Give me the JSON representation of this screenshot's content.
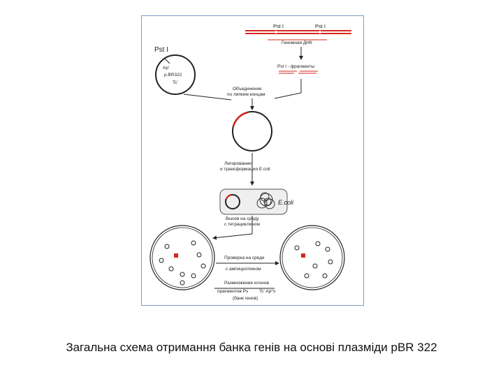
{
  "caption": "Загальна схема отримання банка генів на основі плазміди pBR 322",
  "colors": {
    "accent": "#d7261e",
    "ink": "#222222",
    "frame": "#7a9cc6"
  },
  "diagram": {
    "pst_top_1": "Pst I",
    "pst_top_2": "Pst I",
    "genomic_dna": "Геномная ДНК",
    "pst_plasmid": "Pst I",
    "amp_marker": "Ap'",
    "plasmid_name": "p.BR322",
    "tc_marker": "Tc'",
    "fragments": "Pst I - фрагменты",
    "step_join_1": "Объединение",
    "step_join_2": "по липким концам",
    "step_ligate_1": "Лигирование",
    "step_ligate_2": "и трансформация E.coli",
    "ecoli": "E.coli",
    "step_plate_1": "Высев на среду",
    "step_plate_2": "с тетрациклином",
    "step_check_1": "Проверка на среде",
    "step_check_2": "с ампициллином",
    "step_mult_1": "Размножение клонов",
    "step_mult_2": "прагментов Ps",
    "step_mult_3": "(банк генов)",
    "phenotype": "Tc' Ap^s"
  }
}
